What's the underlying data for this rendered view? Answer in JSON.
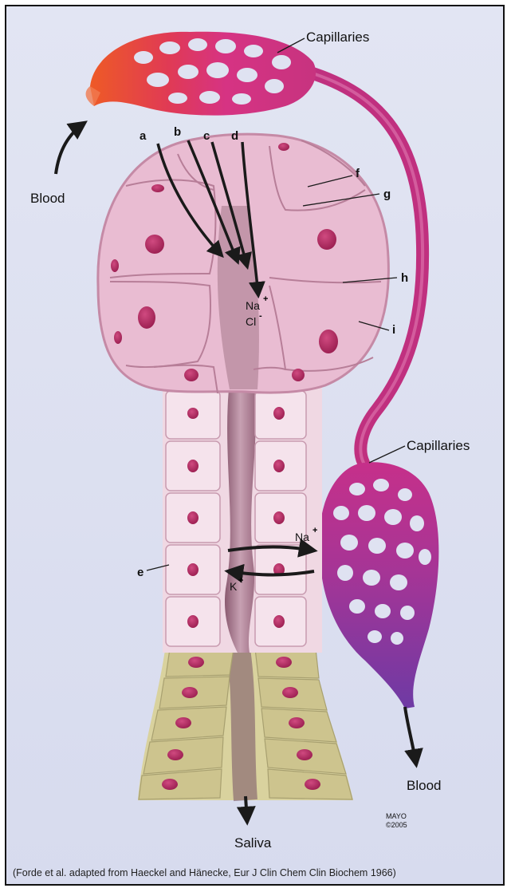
{
  "labels": {
    "capillaries_top": "Capillaries",
    "capillaries_bottom": "Capillaries",
    "blood_in": "Blood",
    "blood_out": "Blood",
    "saliva": "Saliva",
    "a": "a",
    "b": "b",
    "c": "c",
    "d": "d",
    "e": "e",
    "f": "f",
    "g": "g",
    "h": "h",
    "i": "i",
    "na_top": "Na",
    "cl_top": "Cl",
    "na_bottom": "Na",
    "k_bottom": "K",
    "plus": "+",
    "minus": "-"
  },
  "credit": {
    "line1": "MAYO",
    "line2": "©2005"
  },
  "caption": "(Forde et al. adapted from Haeckel and Hänecke, Eur J Clin Chem Clin Biochem 1966)",
  "colors": {
    "background": "#dfe2f1",
    "cell_pink": "#e9bcd2",
    "cell_light": "#f2dbe6",
    "cell_green": "#cfcc98",
    "nucleus": "#b2245e",
    "capillary_red": "#e14a2f",
    "capillary_magenta": "#c9307e",
    "capillary_purple": "#7b3aa3",
    "arrow": "#1a1a1a"
  }
}
